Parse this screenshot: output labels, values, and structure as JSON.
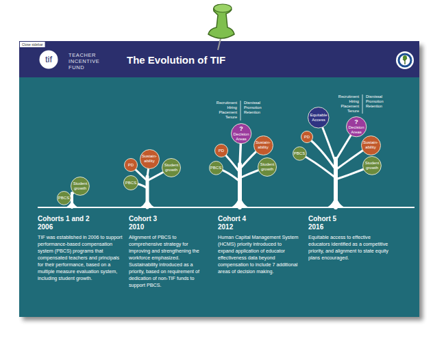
{
  "diagram": {
    "title": "The Evolution of TIF",
    "nodes": [
      {
        "text": [
          "Close sidebar"
        ]
      },
      {
        "text": [
          "tif"
        ]
      },
      {
        "text": [
          "Student growth"
        ]
      },
      {
        "text": [
          "PBCS"
        ]
      },
      {
        "text": [
          "Sustain-ability"
        ]
      },
      {
        "text": [
          "PD"
        ]
      },
      {
        "text": [
          "Student growth"
        ]
      },
      {
        "text": [
          "PBCS"
        ]
      },
      {
        "text": [
          "?",
          "Decision Areas"
        ]
      },
      {
        "text": [
          "Sustain-ability"
        ]
      },
      {
        "text": [
          "PD"
        ]
      },
      {
        "text": [
          "PBCS"
        ]
      },
      {
        "text": [
          "Student growth"
        ]
      },
      {
        "text": [
          "Equitable Access"
        ]
      },
      {
        "text": [
          "?",
          "Decision Areas"
        ]
      },
      {
        "text": [
          "PD"
        ]
      },
      {
        "text": [
          "Sustain-ability"
        ]
      },
      {
        "text": [
          "PBCS"
        ]
      },
      {
        "text": [
          "Student growth"
        ]
      }
    ],
    "labels": [
      "TEACHER INCENTIVE FUND",
      "Recruitment Hiring Placement Tenure",
      "Dismissal Promotion Retention",
      "Recruitment Hiring Placement Tenure",
      "Dismissal Promotion Retention",
      "Cohorts 1 and 2",
      "2006",
      "TIF was established in 2006 to support performance-based compensation system (PBCS) programs that compensated teachers and principals for their performance, based on a multiple measure evaluation system, including student growth.",
      "Cohort 3",
      "2010",
      "Alignment of PBCS to comprehensive strategy for improving and strengthening the workforce emphasized. Sustainability introduced as a priority, based on requirement of dedication of non-TIF funds to support PBCS.",
      "Cohort 4",
      "2012",
      "Human Capital Management System (HCMS) priority introduced to expand application of educator effectiveness data beyond compensation to include 7 additional areas of decision making.",
      "Cohort 5",
      "2016",
      "Equitable access to effective educators identified as a competitive priority, and alignment to state equity plans encouraged."
    ]
  }
}
